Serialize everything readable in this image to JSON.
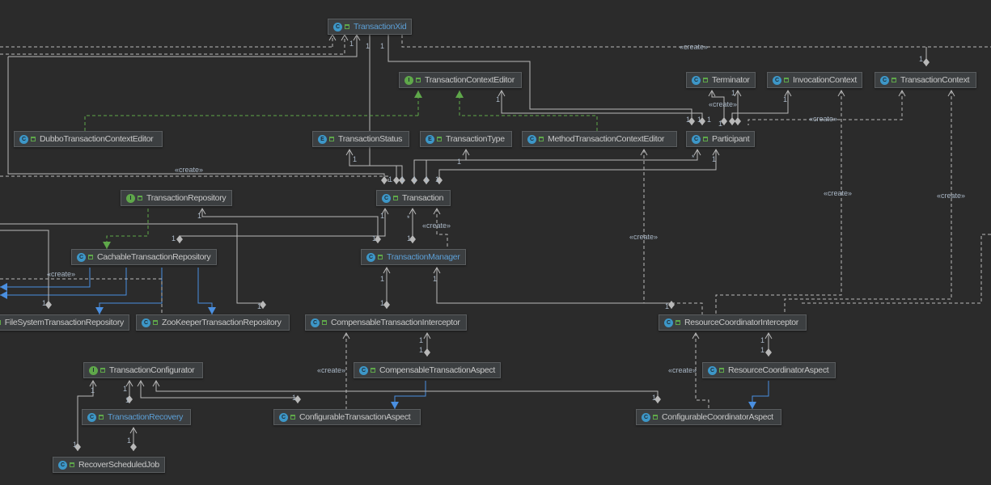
{
  "nodes": [
    {
      "id": "xid",
      "label": "TransactionXid",
      "kind": "c",
      "highlight": true
    },
    {
      "id": "tce",
      "label": "TransactionContextEditor",
      "kind": "i"
    },
    {
      "id": "term",
      "label": "Terminator",
      "kind": "c"
    },
    {
      "id": "ictx",
      "label": "InvocationContext",
      "kind": "c"
    },
    {
      "id": "tctx",
      "label": "TransactionContext",
      "kind": "c"
    },
    {
      "id": "dubbo",
      "label": "DubboTransactionContextEditor",
      "kind": "c"
    },
    {
      "id": "tstatus",
      "label": "TransactionStatus",
      "kind": "e"
    },
    {
      "id": "ttype",
      "label": "TransactionType",
      "kind": "e"
    },
    {
      "id": "mtce",
      "label": "MethodTransactionContextEditor",
      "kind": "c"
    },
    {
      "id": "part",
      "label": "Participant",
      "kind": "c"
    },
    {
      "id": "trepo",
      "label": "TransactionRepository",
      "kind": "i"
    },
    {
      "id": "tx",
      "label": "Transaction",
      "kind": "c"
    },
    {
      "id": "ctr",
      "label": "CachableTransactionRepository",
      "kind": "c"
    },
    {
      "id": "tm",
      "label": "TransactionManager",
      "kind": "c",
      "highlight": true
    },
    {
      "id": "fstr",
      "label": "FileSystemTransactionRepository",
      "kind": "c"
    },
    {
      "id": "zktr",
      "label": "ZooKeeperTransactionRepository",
      "kind": "c"
    },
    {
      "id": "cti",
      "label": "CompensableTransactionInterceptor",
      "kind": "c"
    },
    {
      "id": "rci",
      "label": "ResourceCoordinatorInterceptor",
      "kind": "c"
    },
    {
      "id": "tconf",
      "label": "TransactionConfigurator",
      "kind": "i"
    },
    {
      "id": "cta",
      "label": "CompensableTransactionAspect",
      "kind": "c"
    },
    {
      "id": "rca",
      "label": "ResourceCoordinatorAspect",
      "kind": "c"
    },
    {
      "id": "trec",
      "label": "TransactionRecovery",
      "kind": "c",
      "highlight": true
    },
    {
      "id": "confta",
      "label": "ConfigurableTransactionAspect",
      "kind": "c"
    },
    {
      "id": "confca",
      "label": "ConfigurableCoordinatorAspect",
      "kind": "c"
    },
    {
      "id": "rsj",
      "label": "RecoverScheduledJob",
      "kind": "c"
    }
  ],
  "icon_letters": {
    "c": "C",
    "i": "I",
    "e": "E"
  },
  "edge_labels": {
    "multiplicity": "1",
    "many": "*",
    "create": "«create»"
  },
  "colors": {
    "background": "#2b2b2b",
    "association": "#b8b8b8",
    "realization": "#5fa84a",
    "generalization": "#4a8fe0",
    "class_name_highlight": "#5c9fd6"
  }
}
